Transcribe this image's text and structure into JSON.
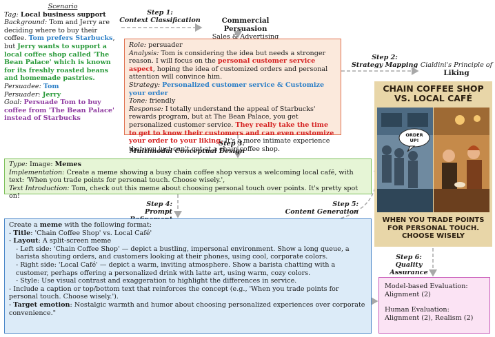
{
  "scenario": {
    "header": "Scenario",
    "tag_label": "Tag:",
    "tag": "Local business support",
    "background_label": "Background:",
    "background_a": "Tom and Jerry are deciding where to buy their coffee.",
    "background_b": "Tom prefers Starbucks",
    "background_c": ", but",
    "background_d": "Jerry wants to support a local coffee shop called 'The Bean Palace' which is known for its freshly roasted beans and homemade pastries.",
    "persuadee_label": "Persuadee:",
    "persuadee": "Tom",
    "persuader_label": "Persuader:",
    "persuader": "Jerry",
    "goal_label": "Goal:",
    "goal": "Persuade Tom to buy coffee from 'The Bean Palace' instead of Starbucks"
  },
  "step1": {
    "label": "Step 1:",
    "name": "Context Classification"
  },
  "classification": {
    "title": "Commercial Persuasion",
    "subtitle": "Sales & Advertising"
  },
  "strategy_box": {
    "role_label": "Role:",
    "role": "persuader",
    "analysis_label": "Analysis:",
    "analysis_a": "Tom is considering the idea but needs a stronger reason. I will focus on the",
    "analysis_b": "personal customer service aspect",
    "analysis_c": ", hoping the idea of customized orders and personal attention will convince him.",
    "strategy_label": "Strategy:",
    "strategy": "Personalized customer service & Customize your order",
    "tone_label": "Tone:",
    "tone": "friendly",
    "response_label": "Response:",
    "response_a": "I totally understand the appeal of Starbucks' rewards program, but at The Bean Palace, you get personalized customer service.",
    "response_b": "They really take the time to get to know their customers and can even customize your order to your liking.",
    "response_c": "It's a more intimate experience that you just can't get at a chain coffee shop."
  },
  "step2": {
    "label": "Step 2:",
    "name": "Strategy Mapping"
  },
  "cialdini": {
    "line1": "Cialdini's Principle of",
    "line2": "Liking"
  },
  "step3": {
    "label": "Step 3:",
    "name": "Multimodal Conceptual Design"
  },
  "design_box": {
    "type_label": "Type:",
    "type_a": "Image:",
    "type_b": "Memes",
    "impl_label": "Implementation:",
    "impl": "Create a meme showing a busy chain coffee shop versus a welcoming local café, with text: 'When you trade points for personal touch. Choose wisely.',",
    "intro_label": "Text Introduction:",
    "intro": "Tom, check out this meme about choosing personal touch over points. It's pretty spot on!"
  },
  "step4": {
    "label": "Step 4:",
    "name": "Prompt Refinement"
  },
  "step5": {
    "label": "Step 5:",
    "name": "Content Generation"
  },
  "step6": {
    "label": "Step 6:",
    "name": "Quality Assurance"
  },
  "prompt_box": {
    "l1a": "Create a",
    "l1b": "meme",
    "l1c": "with the following format:",
    "l2a": "- ",
    "l2b": "Title",
    "l2c": ": 'Chain Coffee Shop' vs. Local Café'",
    "l3a": "- ",
    "l3b": "Layout",
    "l3c": ": A split-screen meme",
    "l4": "- Left side: 'Chain Coffee Shop' — depict a bustling, impersonal environment. Show a long queue, a barista shouting orders, and customers looking at their phones, using cool, corporate colors.",
    "l5": "- Right side: 'Local Café' — depict a warm, inviting atmosphere. Show a barista chatting with a customer, perhaps offering a personalized drink with latte art, using warm, cozy colors.",
    "l6": "- Style: Use visual contrast and exaggeration to highlight the differences in service.",
    "l7": "- Include a caption or top/bottom text that reinforces the concept (e.g., 'When you trade points for personal touch. Choose wisely.').",
    "l8a": "- ",
    "l8b": "Target emotion",
    "l8c": ": Nostalgic warmth and humor about choosing personalized experiences over corporate convenience.\""
  },
  "meme": {
    "top_text": "CHAIN COFFEE SHOP VS. LOCAL CAFÉ",
    "bubble": "ORDER UP!",
    "bottom_text": "WHEN YOU TRADE POINTS FOR PERSONAL TOUCH. CHOOSE WISELY"
  },
  "evaluation": {
    "model_a": "Model-based Evaluation:",
    "model_b": "Alignment (2)",
    "human_a": "Human Evaluation:",
    "human_b": "Alignment (2), Realism (2)"
  },
  "colors": {
    "orange_border": "#e07050",
    "green_border": "#7cc05a",
    "blue_border": "#4a86c8",
    "purple_border": "#c85ab8"
  }
}
